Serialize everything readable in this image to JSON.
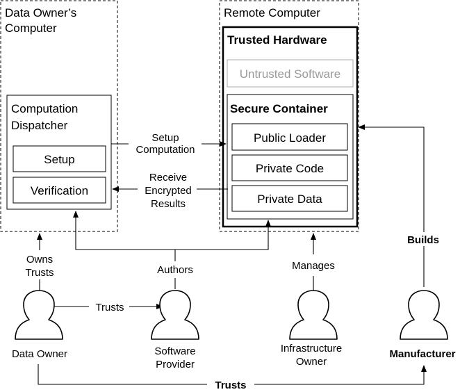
{
  "containers": {
    "data_owner_computer": "Data Owner’s\nComputer",
    "remote_computer": "Remote Computer"
  },
  "boxes": {
    "trusted_hardware": "Trusted Hardware",
    "untrusted_software": "Untrusted Software",
    "secure_container": "Secure Container",
    "public_loader": "Public Loader",
    "private_code": "Private Code",
    "private_data": "Private Data",
    "computation_dispatcher": "Computation\nDispatcher",
    "setup": "Setup",
    "verification": "Verification"
  },
  "edges": {
    "setup_computation": "Setup\nComputation",
    "receive_encrypted_results": "Receive\nEncrypted\nResults",
    "owns_trusts": "Owns\nTrusts",
    "authors": "Authors",
    "manages": "Manages",
    "builds": "Builds",
    "trusts_middle": "Trusts",
    "trusts_bottom": "Trusts"
  },
  "actors": {
    "data_owner": "Data Owner",
    "software_provider": "Software\nProvider",
    "infrastructure_owner": "Infrastructure\nOwner",
    "manufacturer": "Manufacturer"
  }
}
